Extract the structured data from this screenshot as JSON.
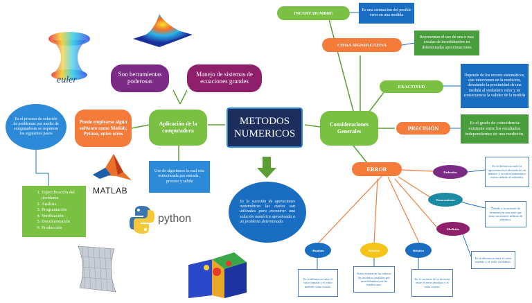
{
  "colors": {
    "green": "#7ac143",
    "orange": "#f47b3a",
    "purple": "#7b2a86",
    "magenta": "#8e1f6b",
    "navy": "#1d2e5c",
    "blue": "#1a6ec1",
    "lightblue": "#2c8ad8",
    "teal": "#1b8ba3",
    "darkgreen": "#4a9d3c",
    "yellow": "#f4c518",
    "arrow": "#5b9e34"
  },
  "center": {
    "title": "METODOS NUMERICOS"
  },
  "left": {
    "tools_title": "Son herramientas poderosas",
    "systems_title": "Manejo de sistemas de ecuaciones grandes",
    "application_title": "Aplicación de la computadora",
    "languages_title": "Puede emplearse algún software como Matlab, Python, entre otros",
    "process_desc": "Es el proceso de solución de problemas por medio de computadoras se requieren los siguientes pasos",
    "algorithm_desc": "Uso de algoritmos la cual esta estructurada por entrada , proceso y salida",
    "steps": [
      "Especificación del problema",
      "Análisis",
      "Programación",
      "Verificación",
      "Documentación",
      "Producción"
    ],
    "logo_matlab": "MATLAB",
    "logo_python": "python",
    "logo_euler": "euler"
  },
  "definition": "Es la sucesión de operaciones matemáticas las cuales son utilizadas para encontrar una solución numérica aproximada a un problema determinado.",
  "right": {
    "general_title": "Consideraciones Generales",
    "incertidumbre": "INCERTIDUMBRE",
    "incertidumbre_desc": "Es una estimación del posible error en una medida",
    "cifra": "CIFRA SIGNIFICATIVA",
    "cifra_desc": "Representan el uso de una o mas escalas de incertidumbre en determinadas aproximaciones",
    "exactitud": "EXACTITUD",
    "exactitud_desc": "Depende de los errores sistemáticos, que intervienen en la medición, denotando la proximidad de una medida al verdadero valor y en consecuencia la validez de la medida",
    "precision": "PRECISIÓN",
    "precision_desc": "Es el grado de coincidencia existente entre los resultados independientes de una medición.",
    "error": "ERROR",
    "redondeo": "Redondeo",
    "redondeo_desc": "Es la diferencia entre la aproximación calculada de un número y su valor matemático exacto debido al redondeo.",
    "truncamiento": "Truncamiento",
    "truncamiento_desc": "Debido a la omisión de términos en una serie que tiene un número infinito de términos.",
    "medicion": "Medición",
    "medicion_desc": "Es la diferencia entre el valor medido y el valor verdadero.",
    "absoluto": "Absoluto",
    "absoluto_desc": "Es la diferencia entre el valor tomado y el valor medido como exacto.",
    "relativo": "Relativo",
    "relativo_desc": "Estos existen en las valores de los datos causados por incertidumbres en las mediciones.",
    "relativo2": "Relativo",
    "relativo2_desc": "Es el cociente de la división entre el error absoluto y el valor exacto."
  }
}
